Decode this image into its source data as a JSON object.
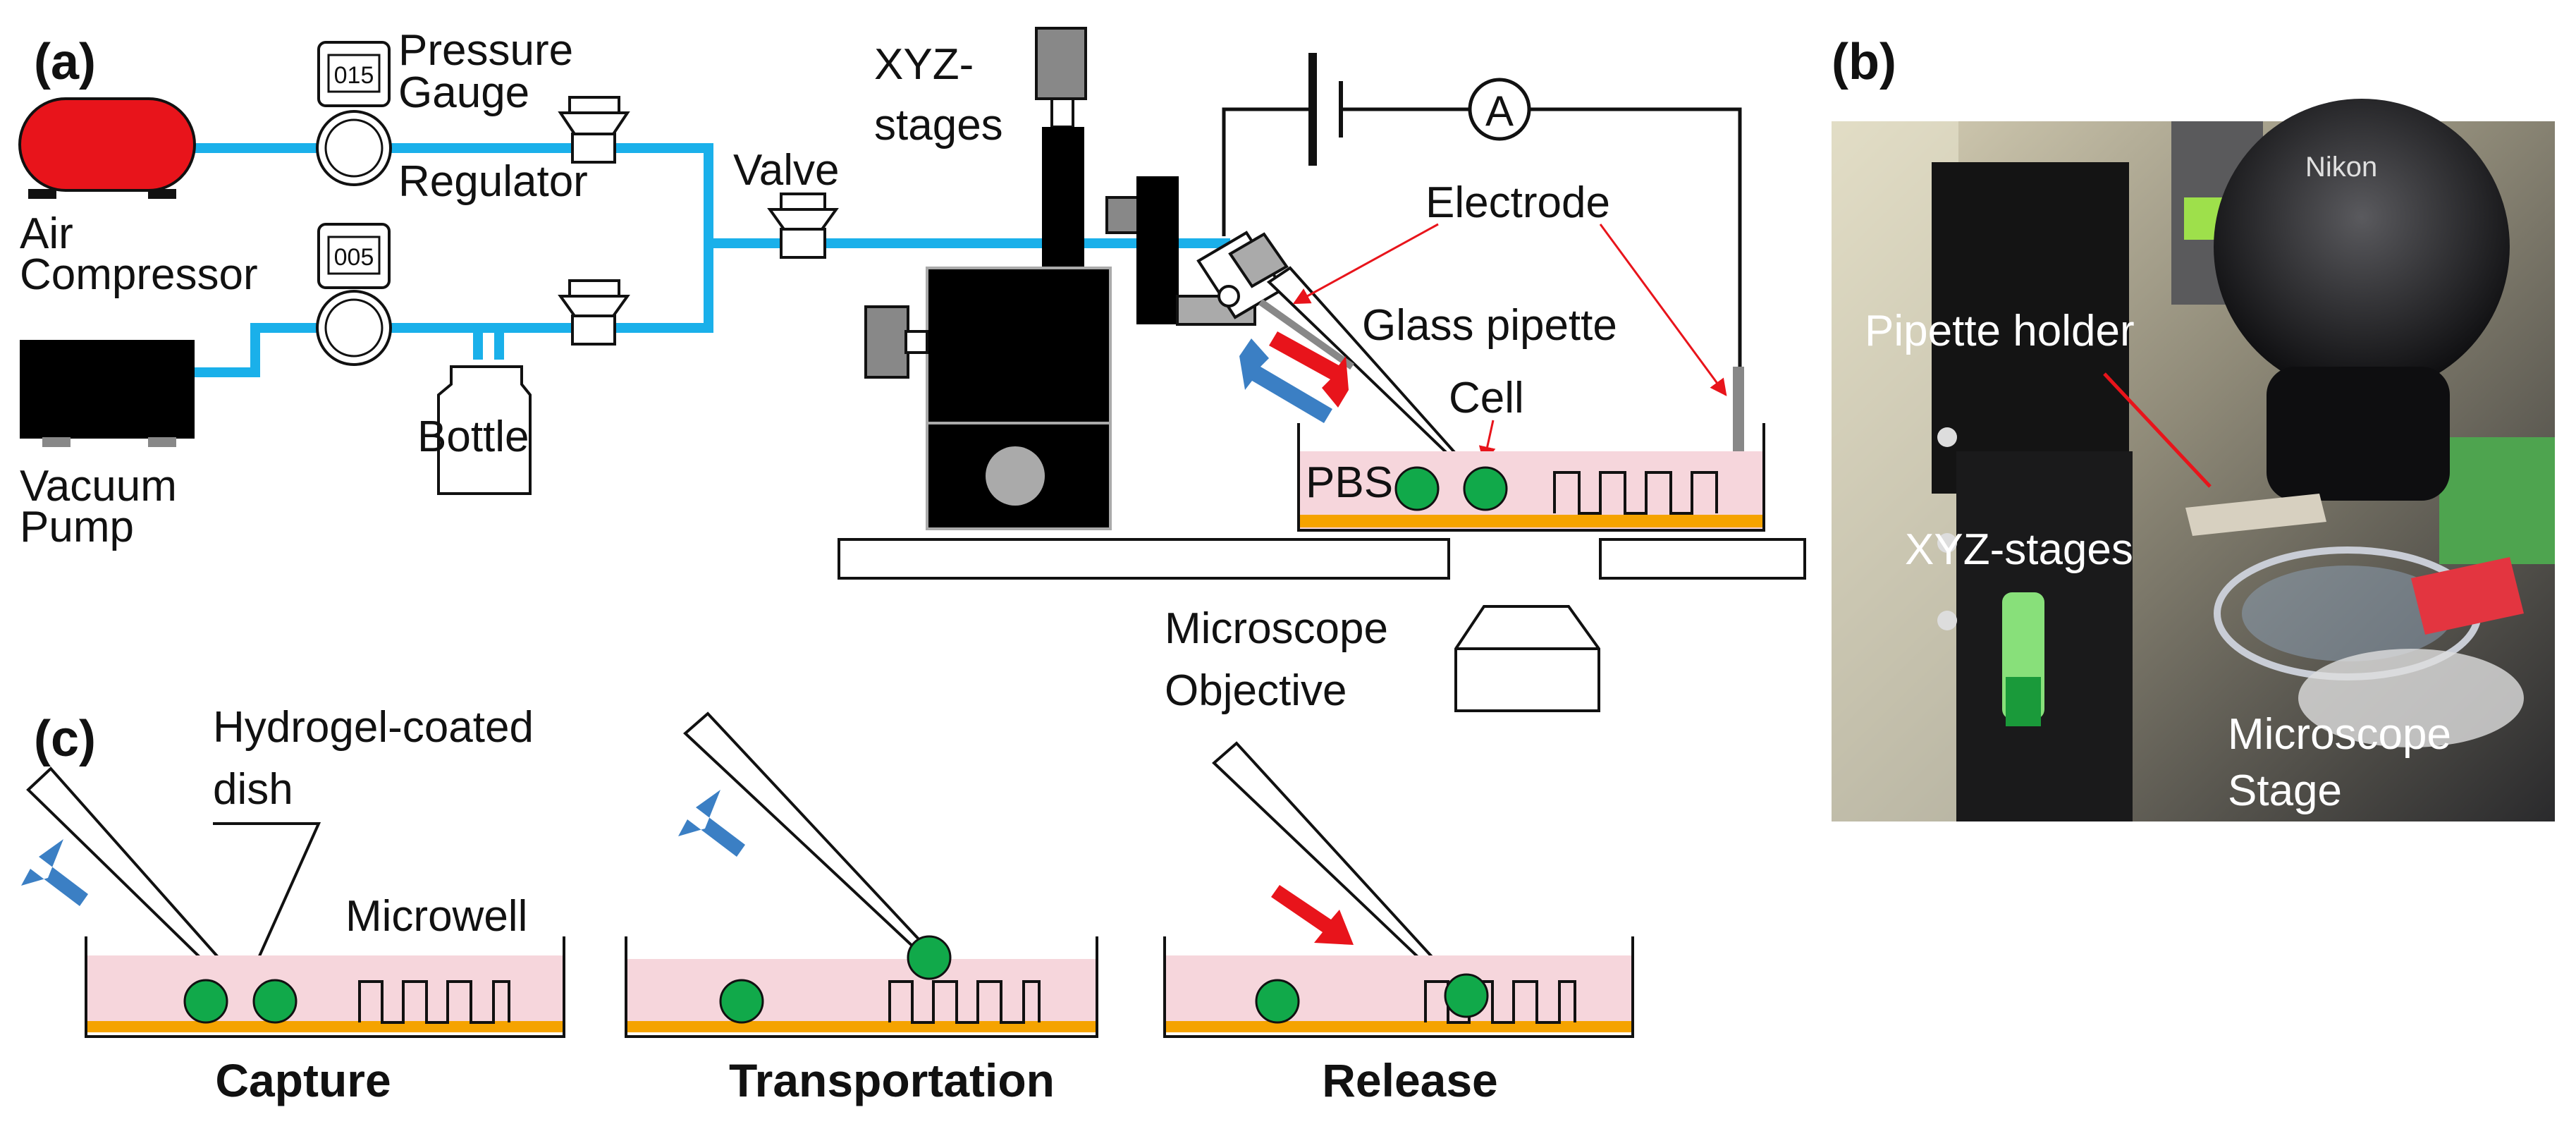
{
  "panels": {
    "a": "(a)",
    "b": "(b)",
    "c": "(c)"
  },
  "labels": {
    "pressure_gauge_1": "Pressure",
    "pressure_gauge_2": "Gauge",
    "regulator": "Regulator",
    "air_compressor_1": "Air",
    "air_compressor_2": "Compressor",
    "vacuum_pump_1": "Vacuum",
    "vacuum_pump_2": "Pump",
    "bottle": "Bottle",
    "valve": "Valve",
    "xyz_stages_1": "XYZ-",
    "xyz_stages_2": "stages",
    "electrode": "Electrode",
    "glass_pipette": "Glass pipette",
    "cell": "Cell",
    "pbs": "PBS",
    "microscope_objective_1": "Microscope",
    "microscope_objective_2": "Objective",
    "ammeter": "A",
    "gauge_top_reading": "015",
    "gauge_bottom_reading": "005"
  },
  "photo_labels": {
    "pipette_holder": "Pipette holder",
    "xyz_stages": "XYZ-stages",
    "microscope_stage_1": "Microscope",
    "microscope_stage_2": "Stage",
    "brand": "Nikon"
  },
  "steps": {
    "hydrogel_1": "Hydrogel-coated",
    "hydrogel_2": "dish",
    "microwell": "Microwell",
    "capture": "Capture",
    "transportation": "Transportation",
    "release": "Release"
  },
  "colors": {
    "tube": "#1ab0ea",
    "compressor": "#e8141b",
    "cell": "#11a94a",
    "medium": "#f6d6dc",
    "dish_coating": "#f5a300",
    "push_arrow": "#e8141b",
    "pull_arrow": "#3b7fc4"
  }
}
